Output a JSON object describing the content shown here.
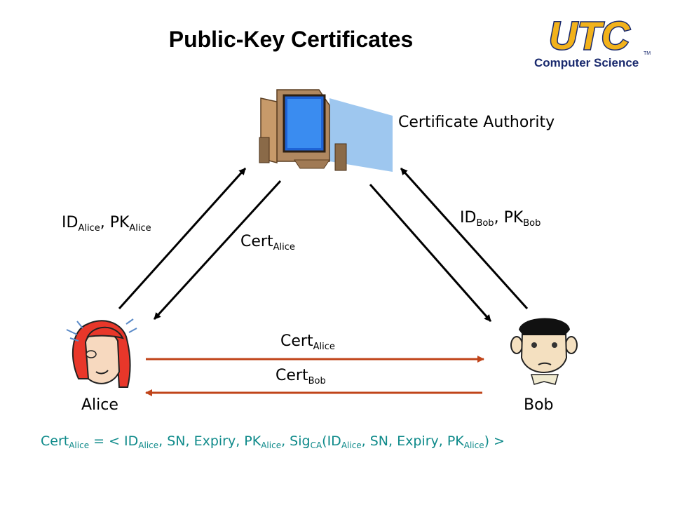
{
  "slide": {
    "title": "Public-Key Certificates",
    "logo": {
      "text": "UTC",
      "subtitle": "Computer Science"
    }
  },
  "diagram": {
    "nodes": {
      "ca": {
        "label": "Certificate Authority",
        "icon": "computer-icon"
      },
      "alice": {
        "label": "Alice",
        "icon": "woman-face-icon"
      },
      "bob": {
        "label": "Bob",
        "icon": "man-face-icon"
      }
    },
    "edges": [
      {
        "id": "alice-to-ca",
        "from": "Alice",
        "to": "Certificate Authority",
        "base": "ID",
        "sub": "Alice",
        "sep": ", ",
        "base2": "PK",
        "sub2": "Alice",
        "color": "#000000"
      },
      {
        "id": "ca-to-alice",
        "from": "Certificate Authority",
        "to": "Alice",
        "base": "Cert",
        "sub": "Alice",
        "color": "#000000"
      },
      {
        "id": "bob-to-ca",
        "from": "Bob",
        "to": "Certificate Authority",
        "base": "ID",
        "sub": "Bob",
        "sep": ", ",
        "base2": "PK",
        "sub2": "Bob",
        "color": "#000000"
      },
      {
        "id": "ca-to-bob",
        "from": "Certificate Authority",
        "to": "Bob",
        "label": "",
        "color": "#000000"
      },
      {
        "id": "alice-to-bob",
        "from": "Alice",
        "to": "Bob",
        "base": "Cert",
        "sub": "Alice",
        "color": "#c0441a"
      },
      {
        "id": "bob-to-alice",
        "from": "Bob",
        "to": "Alice",
        "base": "Cert",
        "sub": "Bob",
        "color": "#c0441a"
      }
    ]
  },
  "formula": {
    "color": "#0e8a8a",
    "p1": "Cert",
    "s1": "Alice",
    "p2": " = < ID",
    "s2": "Alice",
    "p3": ", SN, Expiry, PK",
    "s3": "Alice",
    "p4": ", Sig",
    "s4": "CA",
    "p5": "(ID",
    "s5": "Alice",
    "p6": ", SN, Expiry, PK",
    "s6": "Alice",
    "p7": ") >"
  }
}
